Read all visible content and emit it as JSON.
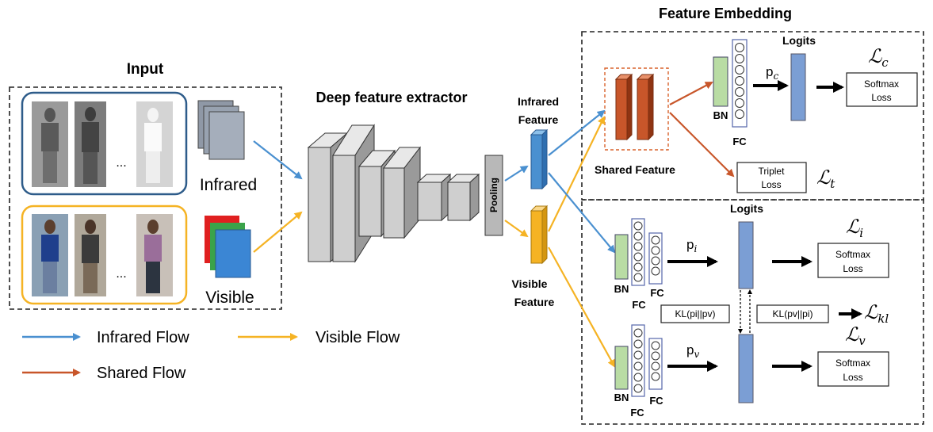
{
  "input": {
    "title": "Input",
    "infrared_label": "Infrared",
    "visible_label": "Visible",
    "ellipsis": "..."
  },
  "extractor": {
    "title": "Deep feature extractor",
    "pooling": "Pooling"
  },
  "features": {
    "infrared": [
      "Infrared",
      "Feature"
    ],
    "visible": [
      "Visible",
      "Feature"
    ]
  },
  "embedding": {
    "title": "Feature Embedding",
    "shared_feature": "Shared Feature",
    "logits": "Logits",
    "bn": "BN",
    "fc": "FC",
    "softmax_loss": [
      "Softmax",
      "Loss"
    ],
    "triplet_loss": [
      "Triplet",
      "Loss"
    ],
    "p_c": "p",
    "p_c_sub": "c",
    "p_i": "p",
    "p_i_sub": "i",
    "p_v": "p",
    "p_v_sub": "v",
    "loss_c": "ℒ",
    "loss_c_sub": "c",
    "loss_t": "ℒ",
    "loss_t_sub": "t",
    "loss_i": "ℒ",
    "loss_i_sub": "i",
    "loss_v": "ℒ",
    "loss_v_sub": "v",
    "loss_kl": "ℒ",
    "loss_kl_sub": "kl",
    "kl_1": "KL(pi||pv)",
    "kl_2": "KL(pv||pi)"
  },
  "legend": {
    "infrared_flow": "Infrared Flow",
    "visible_flow": "Visible Flow",
    "shared_flow": "Shared Flow"
  },
  "colors": {
    "infrared": "#4a90d0",
    "visible": "#f5b324",
    "shared": "#c8562a",
    "bn": "#b9dca4",
    "logit": "#7b9ed4"
  }
}
